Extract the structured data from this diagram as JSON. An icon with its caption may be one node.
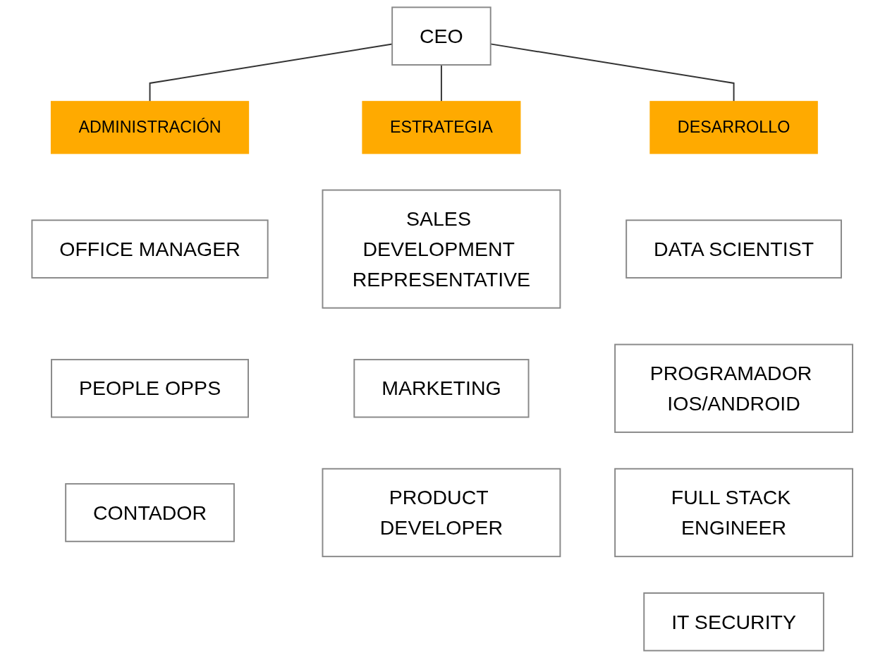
{
  "diagram": {
    "nodes": [
      {
        "text": [
          "CEO"
        ]
      },
      {
        "text": [
          "ADMINISTRACIÓN"
        ]
      },
      {
        "text": [
          "ESTRATEGIA"
        ]
      },
      {
        "text": [
          "DESARROLLO"
        ]
      },
      {
        "text": [
          "OFFICE MANAGER"
        ]
      },
      {
        "text": [
          "SALES DEVELOPMENT REPRESENTATIVE"
        ]
      },
      {
        "text": [
          "DATA SCIENTIST"
        ]
      },
      {
        "text": [
          "PEOPLE OPPS"
        ]
      },
      {
        "text": [
          "MARKETING"
        ]
      },
      {
        "text": [
          "PROGRAMADOR IOS/ANDROID"
        ]
      },
      {
        "text": [
          "CONTADOR"
        ]
      },
      {
        "text": [
          "PRODUCT DEVELOPER"
        ]
      },
      {
        "text": [
          "FULL STACK ENGINEER"
        ]
      },
      {
        "text": [
          "IT SECURITY"
        ]
      }
    ],
    "edges": [
      {
        "from": 0,
        "to": 1,
        "arrow": "none"
      },
      {
        "from": 0,
        "to": 2,
        "arrow": "none"
      },
      {
        "from": 0,
        "to": 3,
        "arrow": "none"
      }
    ]
  }
}
